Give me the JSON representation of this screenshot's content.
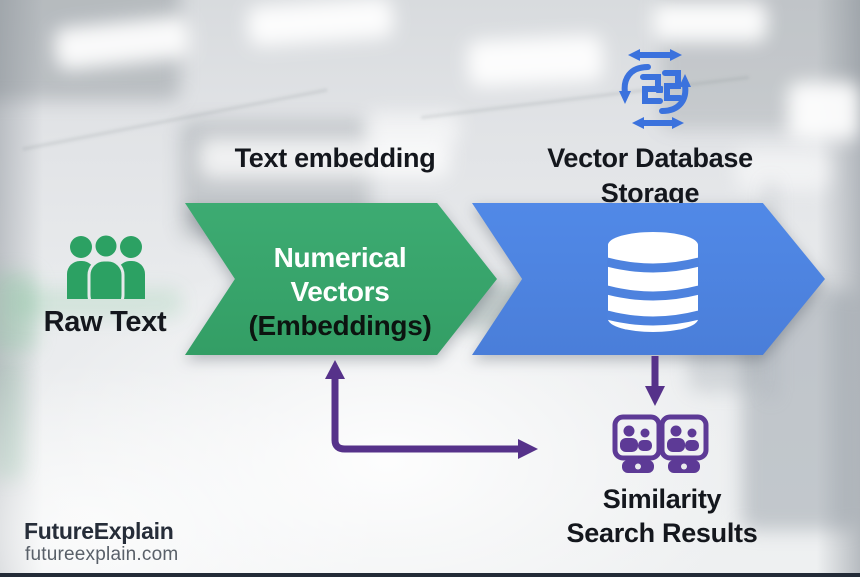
{
  "brand": {
    "name": "FutureExplain",
    "website": "futureexplain.com"
  },
  "labels": {
    "step_embedding_title": "Text embedding",
    "step_storage_title": "Vector Database Storage",
    "input_label": "Raw Text",
    "embedding_arrow_line1": "Numerical",
    "embedding_arrow_line2": "Vectors",
    "embedding_arrow_line3": "(Embeddings)",
    "results_label": "Similarity Search Results"
  },
  "icons": {
    "input": "people-group-icon",
    "embedding_process": "green-chevron-arrow",
    "storage_process": "blue-chevron-arrow",
    "storage_glyph": "database-cylinder-icon",
    "vector_exchange": "shuffle-arrows-icon",
    "results_glyph": "meeting-screens-icon",
    "feedback_connector": "l-shaped-arrow",
    "flow_down": "down-arrow"
  },
  "colors": {
    "embedding_green": "#37a56c",
    "storage_blue": "#4f84e2",
    "connector_purple": "#56328a",
    "results_icon_purple": "#5d3a96",
    "exchange_icon_blue": "#3b72dd",
    "heading_text": "#14171d",
    "footer_bar": "#232b37"
  }
}
